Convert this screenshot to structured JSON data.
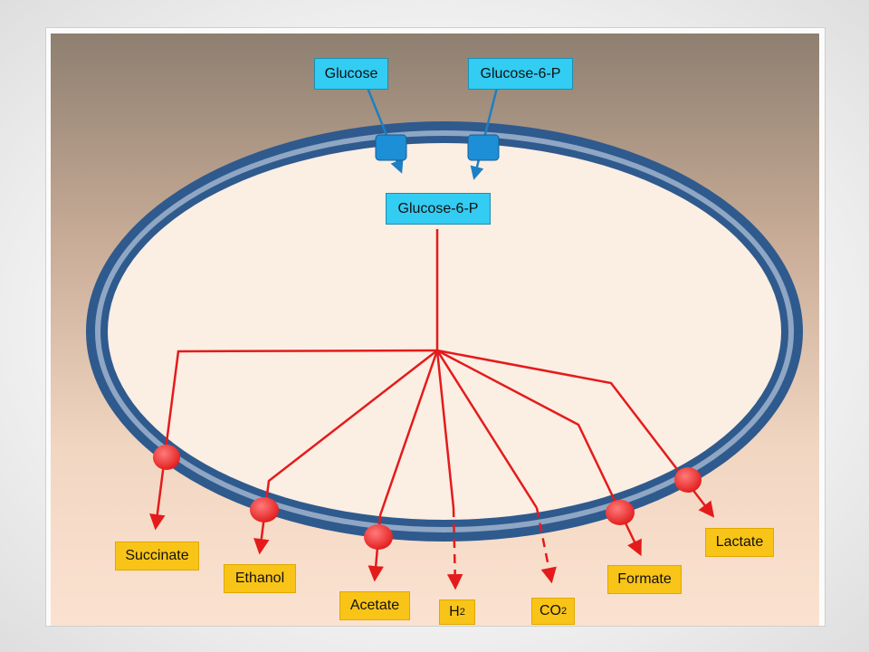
{
  "inputs": {
    "glucose": "Glucose",
    "glucose6p_outer": "Glucose-6-P"
  },
  "intermediate": {
    "glucose6p_inner": "Glucose-6-P"
  },
  "products": {
    "succinate": "Succinate",
    "ethanol": "Ethanol",
    "acetate": "Acetate",
    "h2_base": "H",
    "h2_sub": "2",
    "co2_base": "CO",
    "co2_sub": "2",
    "formate": "Formate",
    "lactate": "Lactate"
  },
  "colors": {
    "membrane": "#2f5a8e",
    "membrane_gap": "#8fa7c4",
    "cytoplasm": "#fbeee3",
    "pathway": "#e41b1b",
    "transporter": "#1d8fd6",
    "input_box": "#33ccf2",
    "product_box": "#f9c418",
    "background_top": "#8e7f70",
    "background_bottom": "#fbe2d0"
  },
  "icons": [
    "transporter-icon",
    "exporter-icon"
  ]
}
